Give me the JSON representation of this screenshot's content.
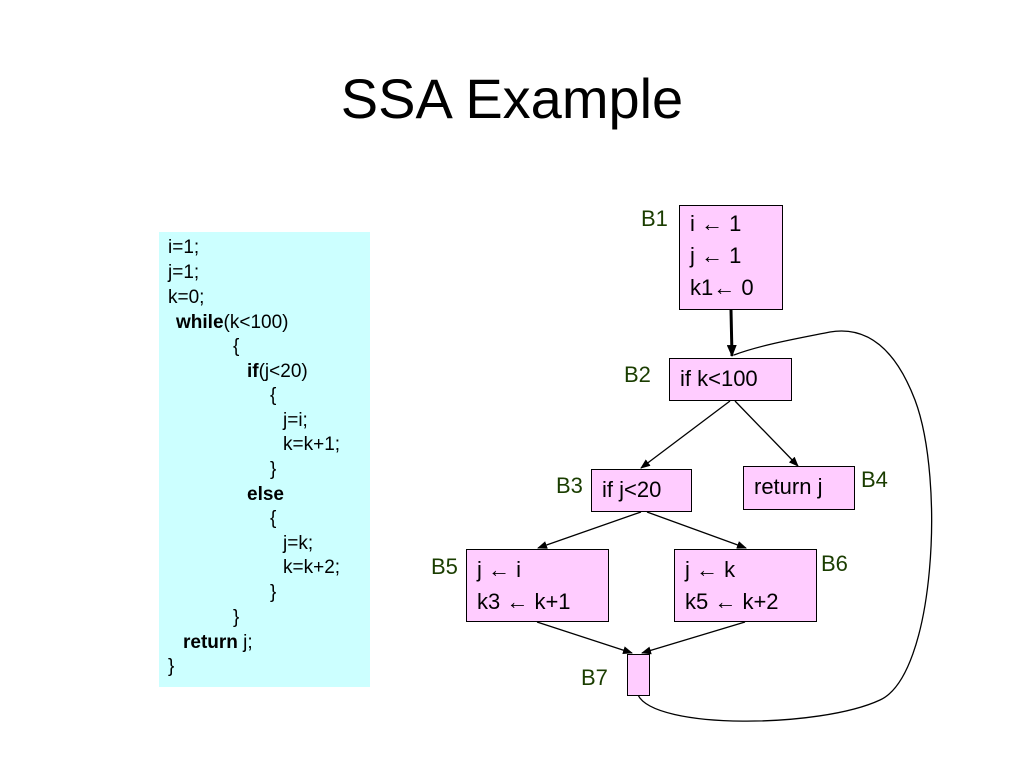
{
  "title": "SSA Example",
  "code": {
    "lines": [
      {
        "kw": "",
        "text": "i=1;"
      },
      {
        "kw": "",
        "text": "j=1;"
      },
      {
        "kw": "",
        "text": "k=0;"
      },
      {
        "kw": "while",
        "text": "(k<100)"
      },
      {
        "kw": "",
        "text": "{"
      },
      {
        "kw": "if",
        "text": "(j<20)"
      },
      {
        "kw": "",
        "text": "{"
      },
      {
        "kw": "",
        "text": "j=i;"
      },
      {
        "kw": "",
        "text": "k=k+1;"
      },
      {
        "kw": "",
        "text": "}"
      },
      {
        "kw": "else",
        "text": ""
      },
      {
        "kw": "",
        "text": "{"
      },
      {
        "kw": "",
        "text": "j=k;"
      },
      {
        "kw": "",
        "text": "k=k+2;"
      },
      {
        "kw": "",
        "text": "}"
      },
      {
        "kw": "",
        "text": "}"
      },
      {
        "kw": "return",
        "text": " j;"
      },
      {
        "kw": "",
        "text": "}"
      }
    ]
  },
  "blocks": {
    "B1": {
      "label": "B1",
      "lines": [
        "i ← 1",
        "j ← 1",
        "k1← 0"
      ]
    },
    "B2": {
      "label": "B2",
      "lines": [
        "if k<100"
      ]
    },
    "B3": {
      "label": "B3",
      "lines": [
        "if j<20"
      ]
    },
    "B4": {
      "label": "B4",
      "lines": [
        "return j"
      ]
    },
    "B5": {
      "label": "B5",
      "lines": [
        "j ← i",
        "k3 ← k+1"
      ]
    },
    "B6": {
      "label": "B6",
      "lines": [
        "j ← k",
        "k5 ← k+2"
      ]
    },
    "B7": {
      "label": "B7",
      "lines": []
    }
  },
  "colors": {
    "code_background": "#ccffff",
    "block_fill": "#ffccff",
    "block_label": "#1a3d00"
  }
}
